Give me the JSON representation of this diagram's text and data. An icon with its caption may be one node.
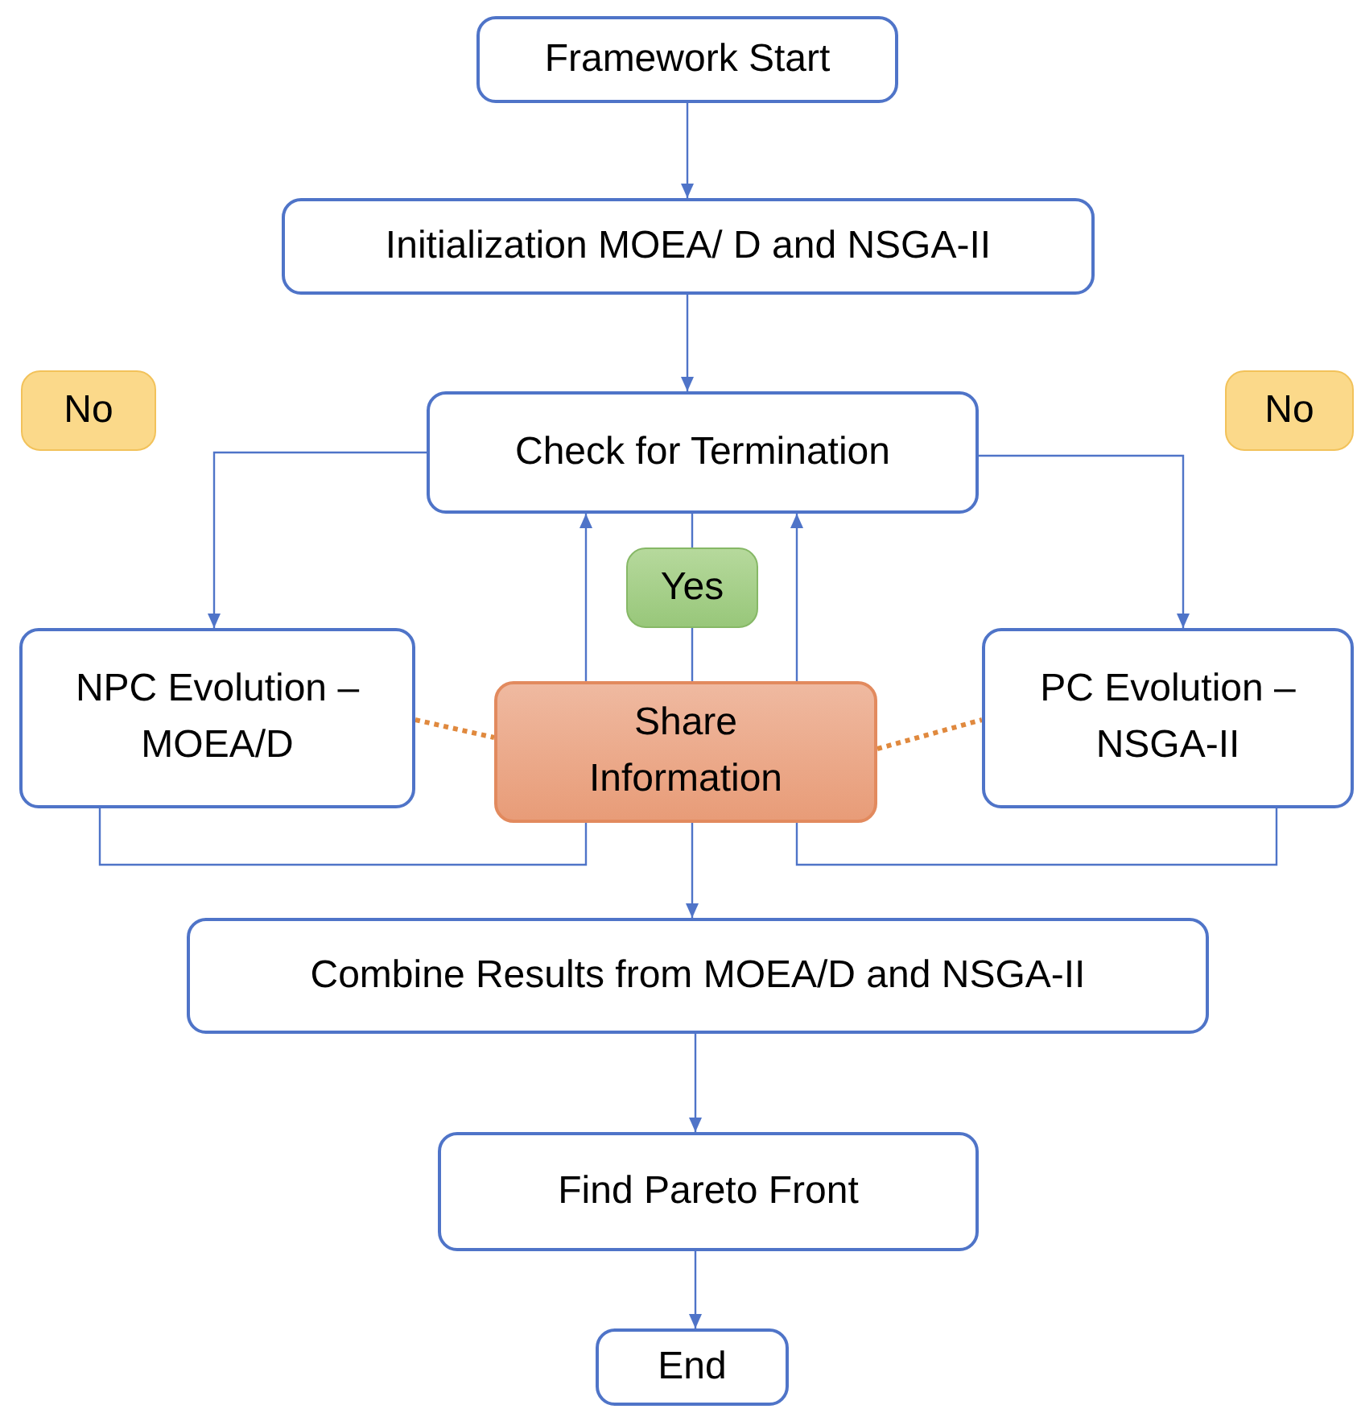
{
  "diagram": {
    "nodes": [
      {
        "text": [
          "Framework Start"
        ]
      },
      {
        "text": [
          "Initialization MOEA/ D and NSGA-II"
        ]
      },
      {
        "text": [
          "Check for Termination"
        ]
      },
      {
        "text": [
          "No"
        ]
      },
      {
        "text": [
          "No"
        ]
      },
      {
        "text": [
          "Yes"
        ]
      },
      {
        "text": [
          "NPC Evolution – MOEA/D"
        ]
      },
      {
        "text": [
          "Share Information"
        ]
      },
      {
        "text": [
          "PC Evolution – NSGA-II"
        ]
      },
      {
        "text": [
          "Combine Results from MOEA/D and NSGA-II"
        ]
      },
      {
        "text": [
          "Find Pareto Front"
        ]
      },
      {
        "text": [
          "End"
        ]
      }
    ],
    "edges": [
      {
        "from": 0,
        "to": 1,
        "arrow": "to"
      },
      {
        "from": 1,
        "to": 2,
        "arrow": "to"
      },
      {
        "from": 2,
        "to": 6,
        "arrow": "to"
      },
      {
        "from": 2,
        "to": 8,
        "arrow": "to"
      },
      {
        "from": 6,
        "to": 7,
        "arrow": "none"
      },
      {
        "from": 7,
        "to": 2,
        "arrow": "to"
      },
      {
        "from": 8,
        "to": 7,
        "arrow": "none"
      },
      {
        "from": 7,
        "to": 2,
        "arrow": "to"
      },
      {
        "from": 2,
        "to": 5,
        "arrow": "none"
      },
      {
        "from": 5,
        "to": 7,
        "arrow": "none"
      },
      {
        "from": 7,
        "to": 9,
        "arrow": "to"
      },
      {
        "from": 6,
        "to": 7,
        "arrow": "none",
        "style": "dashed",
        "color": "#e0893e"
      },
      {
        "from": 7,
        "to": 8,
        "arrow": "none",
        "style": "dashed",
        "color": "#e0893e"
      },
      {
        "from": 9,
        "to": 10,
        "arrow": "to"
      },
      {
        "from": 10,
        "to": 11,
        "arrow": "to"
      }
    ]
  }
}
